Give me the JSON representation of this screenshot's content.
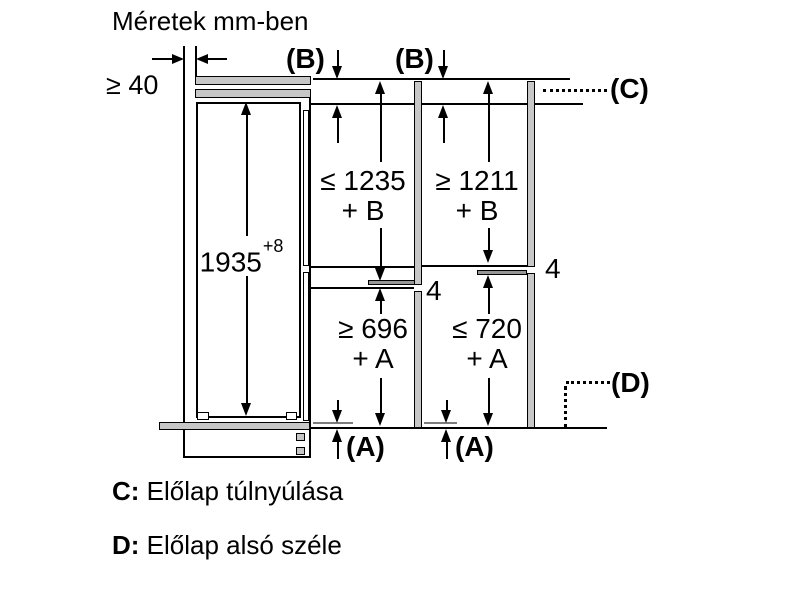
{
  "title": "Méretek mm-ben",
  "dimensions": {
    "top_gap": "≥ 40",
    "height_value": "1935",
    "height_tolerance": "+8",
    "upper_left": [
      "≤ 1235",
      "+ B"
    ],
    "upper_right": [
      "≥ 1211",
      "+ B"
    ],
    "lower_left": [
      "≥ 696",
      "+ A"
    ],
    "lower_right": [
      "≤ 720",
      "+ A"
    ],
    "joint_left": "4",
    "joint_right": "4"
  },
  "markers": {
    "b_left": "(B)",
    "b_right": "(B)",
    "c": "(C)",
    "d": "(D)",
    "a_left": "(A)",
    "a_right": "(A)"
  },
  "legend": [
    {
      "key": "C:",
      "text": "Előlap túlnyúlása"
    },
    {
      "key": "D:",
      "text": "Előlap alsó széle"
    }
  ],
  "colors": {
    "line": "#000000",
    "panel_fill": "#c7c7c7",
    "joint_fill": "#969696",
    "background": "#ffffff"
  }
}
